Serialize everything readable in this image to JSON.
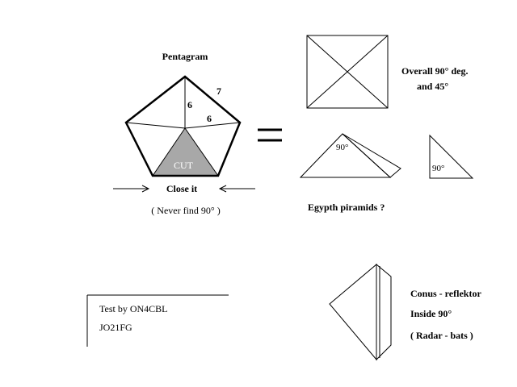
{
  "pentagram": {
    "title": "Pentagram",
    "edge_label": "7",
    "spoke_label": "6",
    "inner_label": "6",
    "cut_label": "CUT",
    "close_label": "Close it",
    "never_label": "( Never find 90° )"
  },
  "equals_sign": "=",
  "square": {
    "line1": "Overall  90°  deg.",
    "line2": "and  45°"
  },
  "pyramid": {
    "angle_label": "90°",
    "caption": "Egypth piramids  ?"
  },
  "right_triangle": {
    "angle_label": "90°"
  },
  "test_box": {
    "line1": "Test by  ON4CBL",
    "line2": "JO21FG"
  },
  "conus": {
    "line1": "Conus - reflektor",
    "line2": "Inside  90°",
    "line3": "( Radar -  bats )"
  },
  "colors": {
    "cut_fill": "#a8a8a8",
    "ink": "#000000"
  }
}
